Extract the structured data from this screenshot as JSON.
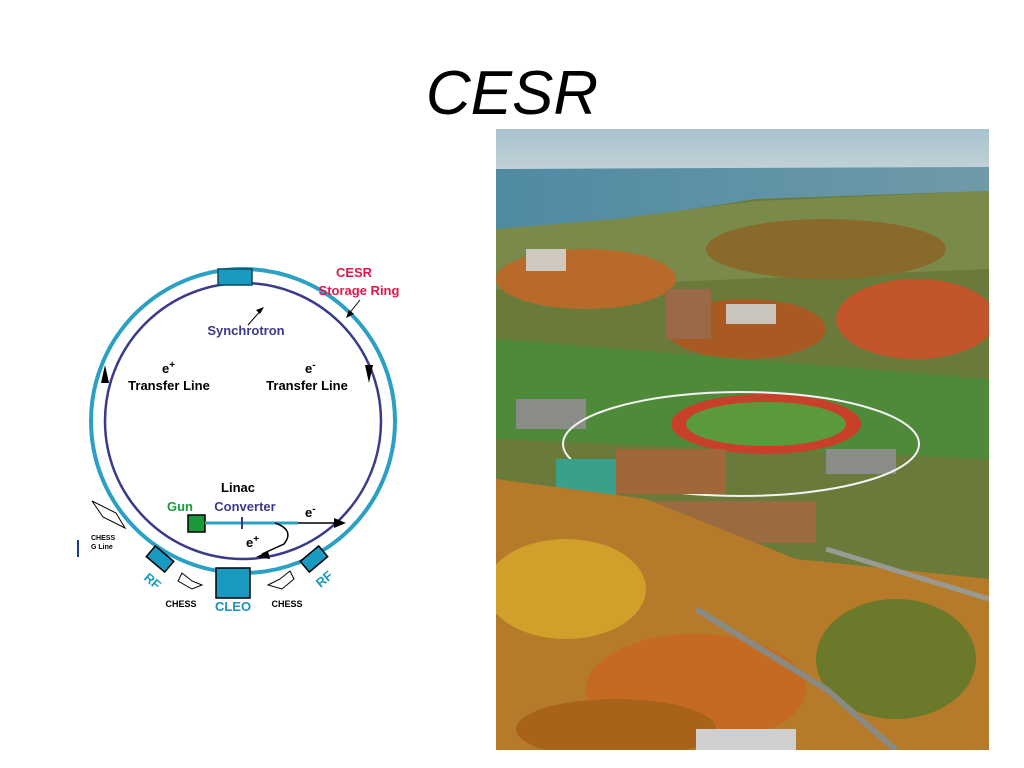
{
  "slide": {
    "title": "CESR"
  },
  "diagram": {
    "labels": {
      "cesr": "CESR",
      "storage_ring": "Storage Ring",
      "synchrotron": "Synchrotron",
      "positron": "e",
      "positron_sup": "+",
      "electron": "e",
      "electron_sup": "-",
      "transfer_line_left": "Transfer  Line",
      "transfer_line_right": "Transfer  Line",
      "linac": "Linac",
      "gun": "Gun",
      "converter": "Converter",
      "linac_e_minus": "e",
      "linac_e_minus_sup": "-",
      "linac_e_plus": "e",
      "linac_e_plus_sup": "+",
      "chess_g_line_1": "CHESS",
      "chess_g_line_2": "G Line",
      "rf_left": "RF",
      "rf_right": "RF",
      "chess_left": "CHESS",
      "chess_right": "CHESS",
      "cleo": "CLEO"
    },
    "colors": {
      "storage_ring": "#2aa0c4",
      "synchrotron": "#3a3a8c",
      "cesr_label": "#e0184a",
      "gun": "#1a9a3a",
      "cleo_label": "#1a8fc0"
    }
  },
  "photo": {
    "subject": "aerial-view-cesr-site"
  }
}
